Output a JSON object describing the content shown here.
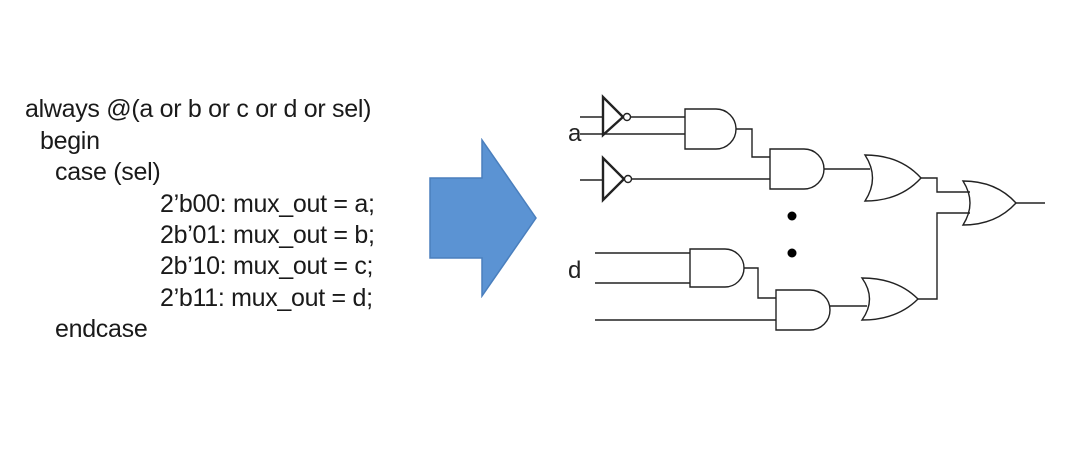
{
  "code": {
    "lines": [
      "always @(a or b or c or d or sel)",
      "begin",
      "case (sel)",
      "2’b00: mux_out = a;",
      "2b’01: mux_out = b;",
      "2b’10: mux_out = c;",
      "2’b11: mux_out = d;",
      "endcase"
    ]
  },
  "arrow": {
    "color": "#5b93d3",
    "stroke": "#4a7fbd"
  },
  "circuit": {
    "input_labels": {
      "a": "a",
      "d": "d"
    }
  }
}
